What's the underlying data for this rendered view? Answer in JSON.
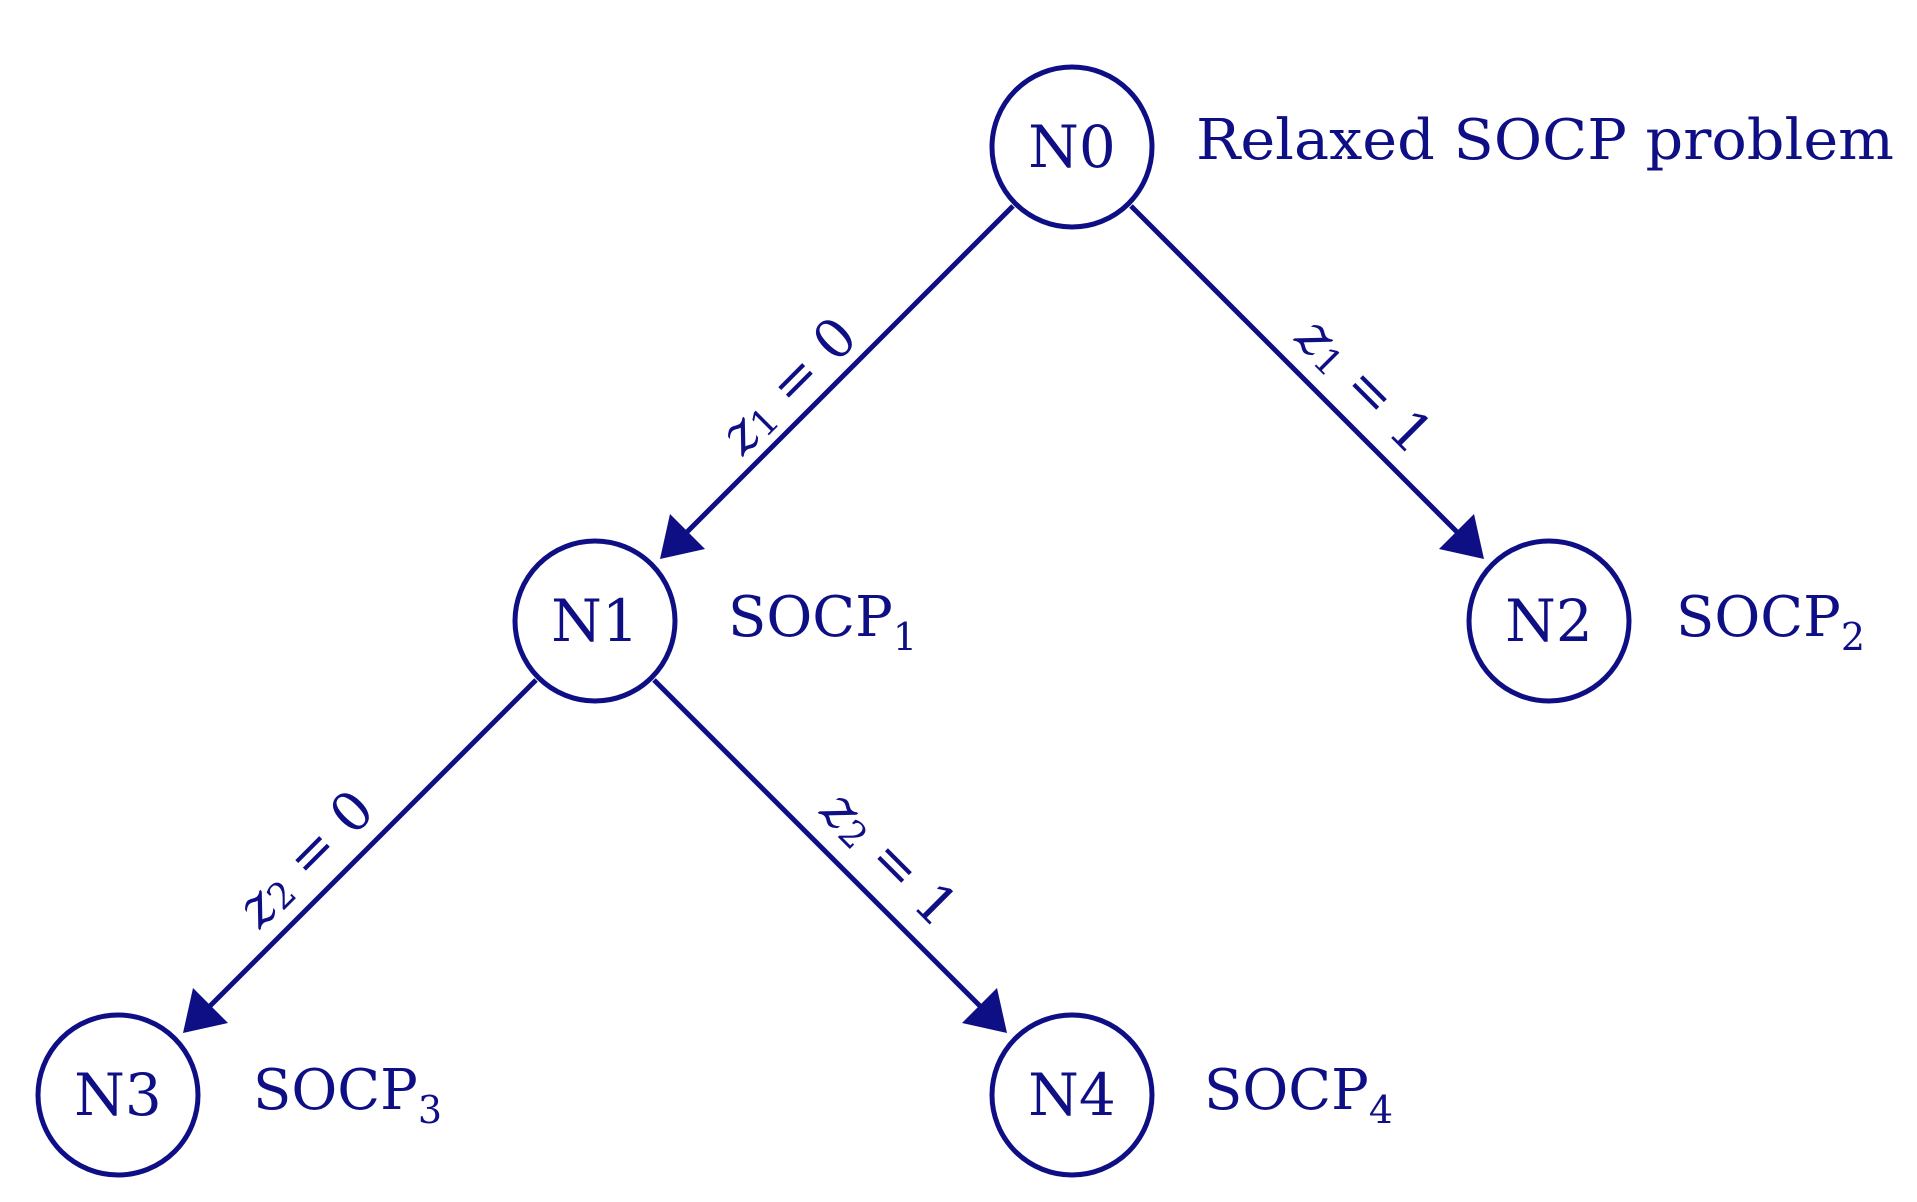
{
  "diagram": {
    "color": "#0f0f85",
    "nodes": [
      {
        "id": "N0",
        "label": "N0",
        "side": "Relaxed SOCP problem",
        "side_sub": ""
      },
      {
        "id": "N1",
        "label": "N1",
        "side": "SOCP",
        "side_sub": "1"
      },
      {
        "id": "N2",
        "label": "N2",
        "side": "SOCP",
        "side_sub": "2"
      },
      {
        "id": "N3",
        "label": "N3",
        "side": "SOCP",
        "side_sub": "3"
      },
      {
        "id": "N4",
        "label": "N4",
        "side": "SOCP",
        "side_sub": "4"
      }
    ],
    "edges": [
      {
        "from": "N0",
        "to": "N1",
        "var": "z",
        "sub": "1",
        "rel": " = 0"
      },
      {
        "from": "N0",
        "to": "N2",
        "var": "z",
        "sub": "1",
        "rel": " = 1"
      },
      {
        "from": "N1",
        "to": "N3",
        "var": "z",
        "sub": "2",
        "rel": " = 0"
      },
      {
        "from": "N1",
        "to": "N4",
        "var": "z",
        "sub": "2",
        "rel": " = 1"
      }
    ]
  }
}
